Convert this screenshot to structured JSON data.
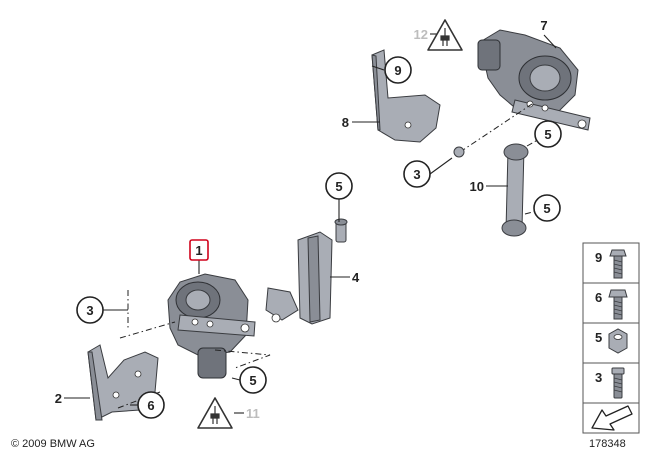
{
  "callouts": {
    "c1": "1",
    "c2": "2",
    "c3a": "3",
    "c3b": "3",
    "c4": "4",
    "c5a": "5",
    "c5b": "5",
    "c5c": "5",
    "c5d": "5",
    "c6": "6",
    "c7": "7",
    "c8": "8",
    "c9": "9",
    "c10": "10",
    "c11": "11",
    "c12": "12"
  },
  "legend": [
    "9",
    "6",
    "5",
    "3"
  ],
  "footer": {
    "copyright": "© 2009 BMW AG",
    "diagram_id": "178348"
  },
  "colors": {
    "part_mid": "#8a8e96",
    "part_light": "#a9adb5",
    "part_dark": "#6f737b",
    "highlight": "#d0021b",
    "faded_label": "#bdbdbd"
  },
  "icons": {
    "warning": "electrical-warning-icon",
    "arrow": "direction-arrow-icon"
  }
}
